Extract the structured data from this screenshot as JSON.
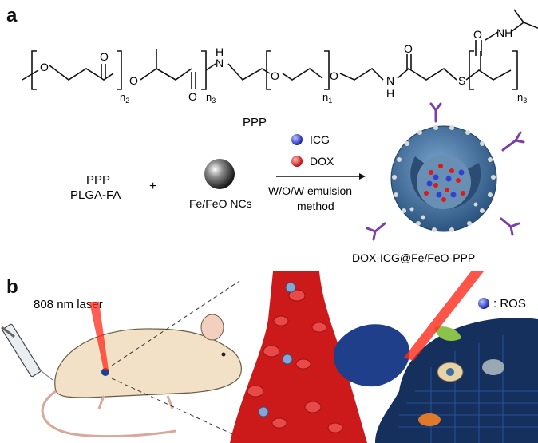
{
  "panel_a": {
    "letter": "a",
    "polymer_name": "PPP",
    "atoms": {
      "o": "O",
      "n": "N",
      "h": "H",
      "s": "S",
      "nh": "NH"
    },
    "subscripts": {
      "n2": "n",
      "n2_sub": "2",
      "n3a": "n",
      "n3a_sub": "3",
      "n1": "n",
      "n1_sub": "1",
      "n3b": "n",
      "n3b_sub": "3"
    },
    "reactants": {
      "line1": "PPP",
      "line2": "PLGA-FA",
      "plus": "+",
      "nc_label": "Fe/FeO NCs"
    },
    "legend": {
      "icg": "ICG",
      "dox": "DOX"
    },
    "method_line1": "W/O/W emulsion",
    "method_line2": "method",
    "product_label": "DOX-ICG@Fe/FeO-PPP",
    "colors": {
      "icg": "#2f3fd6",
      "dox": "#e01818",
      "particle": "#3f6f9e",
      "antibody": "#7b3fa6"
    }
  },
  "panel_b": {
    "letter": "b",
    "laser_label": "808 nm laser",
    "ros_label": ": ROS",
    "colors": {
      "vessel": "#cc1a1a",
      "rbc": "#e03a3a",
      "cell": "#1f3f8a",
      "laser": "#ff2a1a",
      "mouse": "#f2e1c6"
    }
  }
}
